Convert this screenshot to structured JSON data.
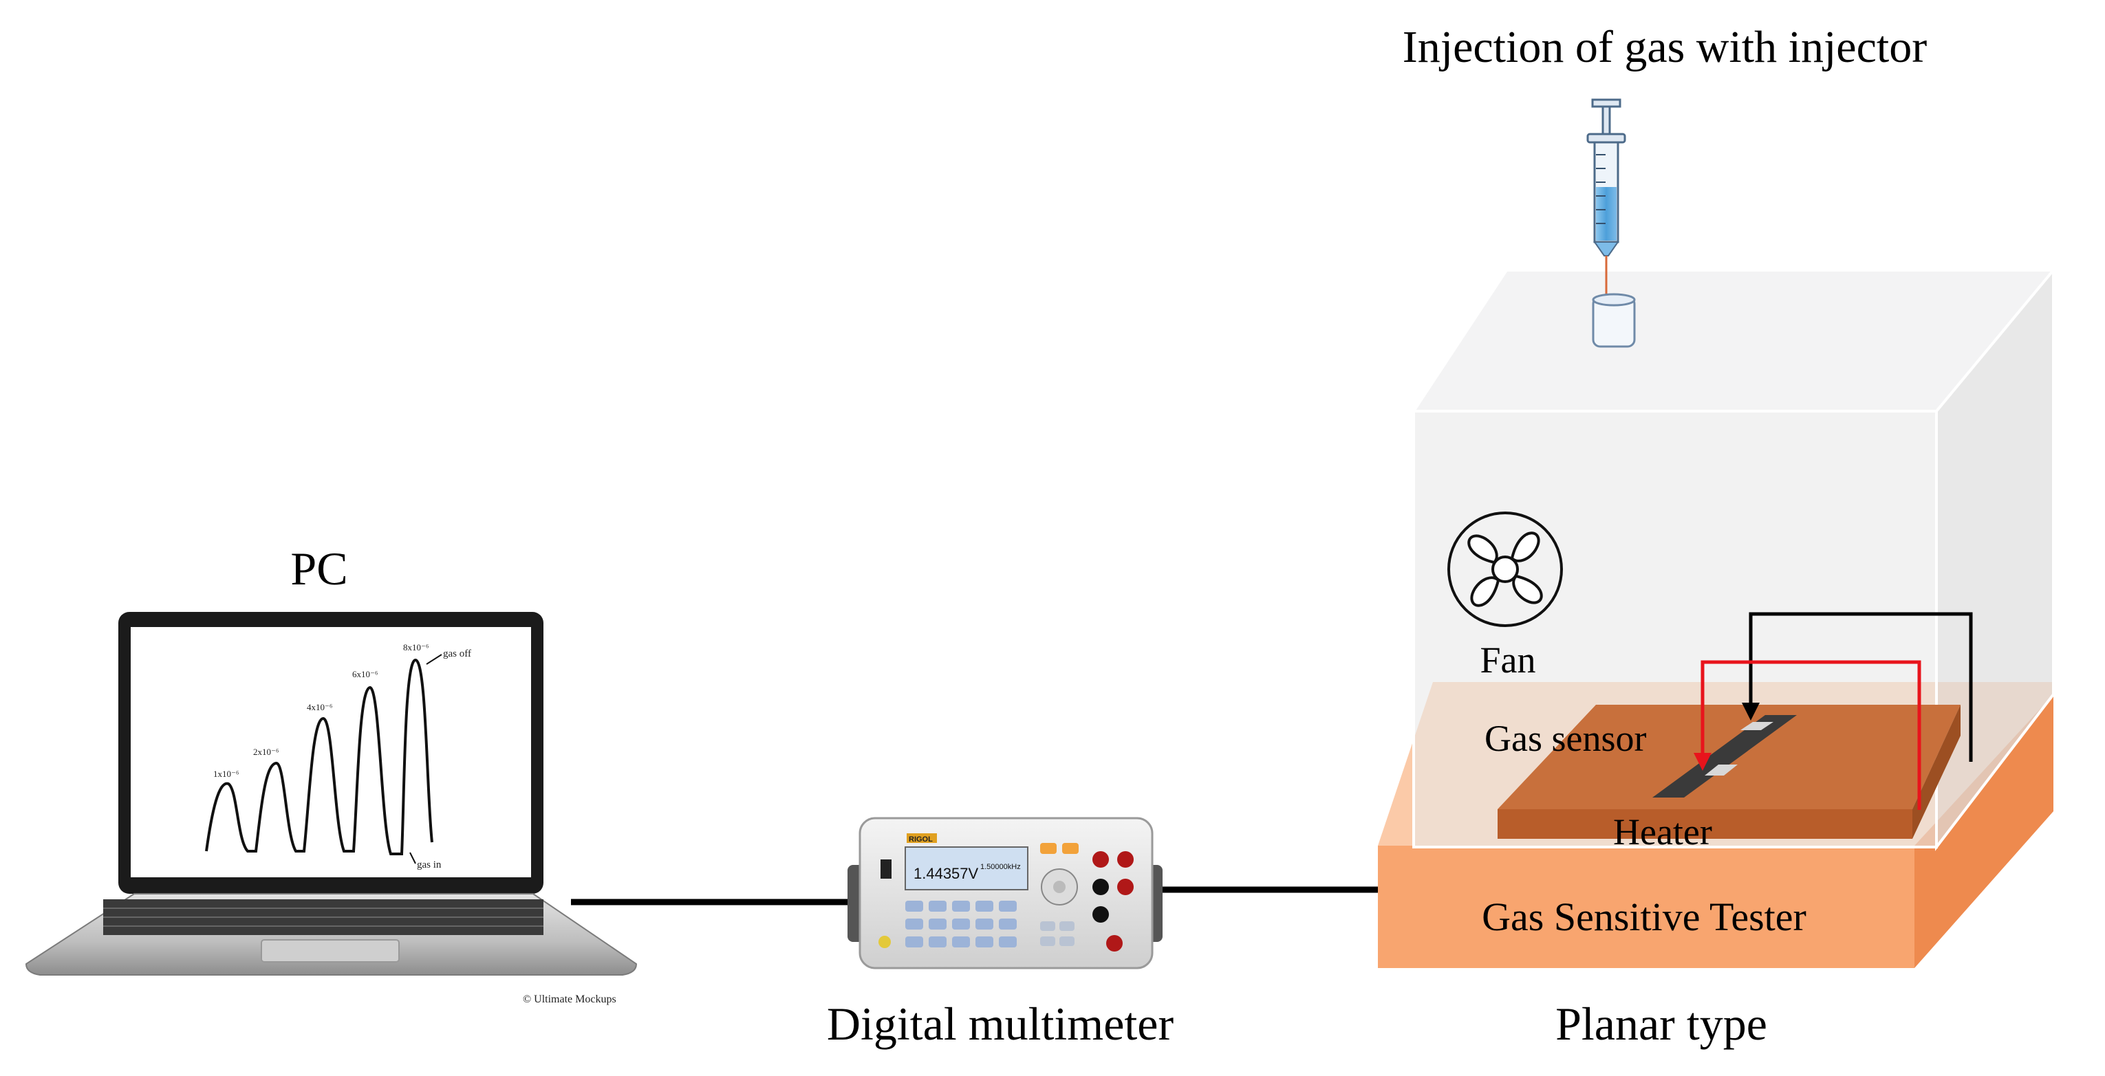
{
  "labels": {
    "injection": "Injection of gas with injector",
    "pc": "PC",
    "fan": "Fan",
    "gas_sensor": "Gas sensor",
    "heater": "Heater",
    "tester": "Gas Sensitive  Tester",
    "multimeter": "Digital  multimeter",
    "planar": "Planar type"
  },
  "screen_plot": {
    "peak_labels": [
      "1x10⁻⁶",
      "2x10⁻⁶",
      "4x10⁻⁶",
      "6x10⁻⁶",
      "8x10⁻⁶"
    ],
    "gas_off": "gas off",
    "gas_in": "gas in"
  },
  "multimeter_display": {
    "brand": "RIGOL",
    "primary": "1.44357V",
    "secondary": "1.50000kHz"
  },
  "watermark": "© Ultimate Mockups",
  "colors": {
    "tester": "#f8a56f",
    "heater_plate": "#c8703c",
    "box_glass": "#e9e9ea",
    "red_wire": "#e8141c",
    "black_wire": "#000000",
    "syringe_liquid": "#5aa8df"
  }
}
